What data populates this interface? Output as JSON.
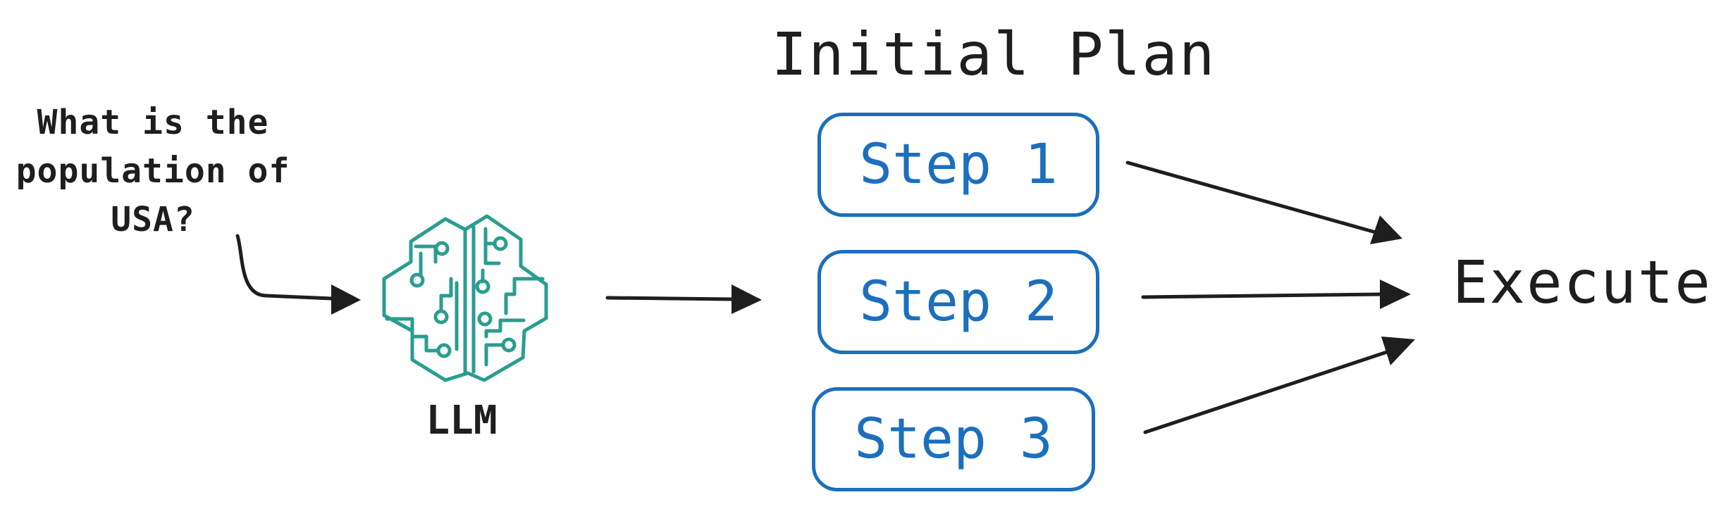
{
  "question": {
    "text": "What is the\npopulation of\nUSA?"
  },
  "llm": {
    "label": "LLM",
    "icon": "brain-circuit-icon"
  },
  "plan": {
    "title": "Initial Plan",
    "steps": [
      {
        "label": "Step 1"
      },
      {
        "label": "Step 2"
      },
      {
        "label": "Step 3"
      }
    ]
  },
  "execute": {
    "label": "Execute"
  },
  "colors": {
    "ink": "#1e1e1e",
    "brain": "#2a9d8f",
    "step": "#1c6fbe"
  }
}
